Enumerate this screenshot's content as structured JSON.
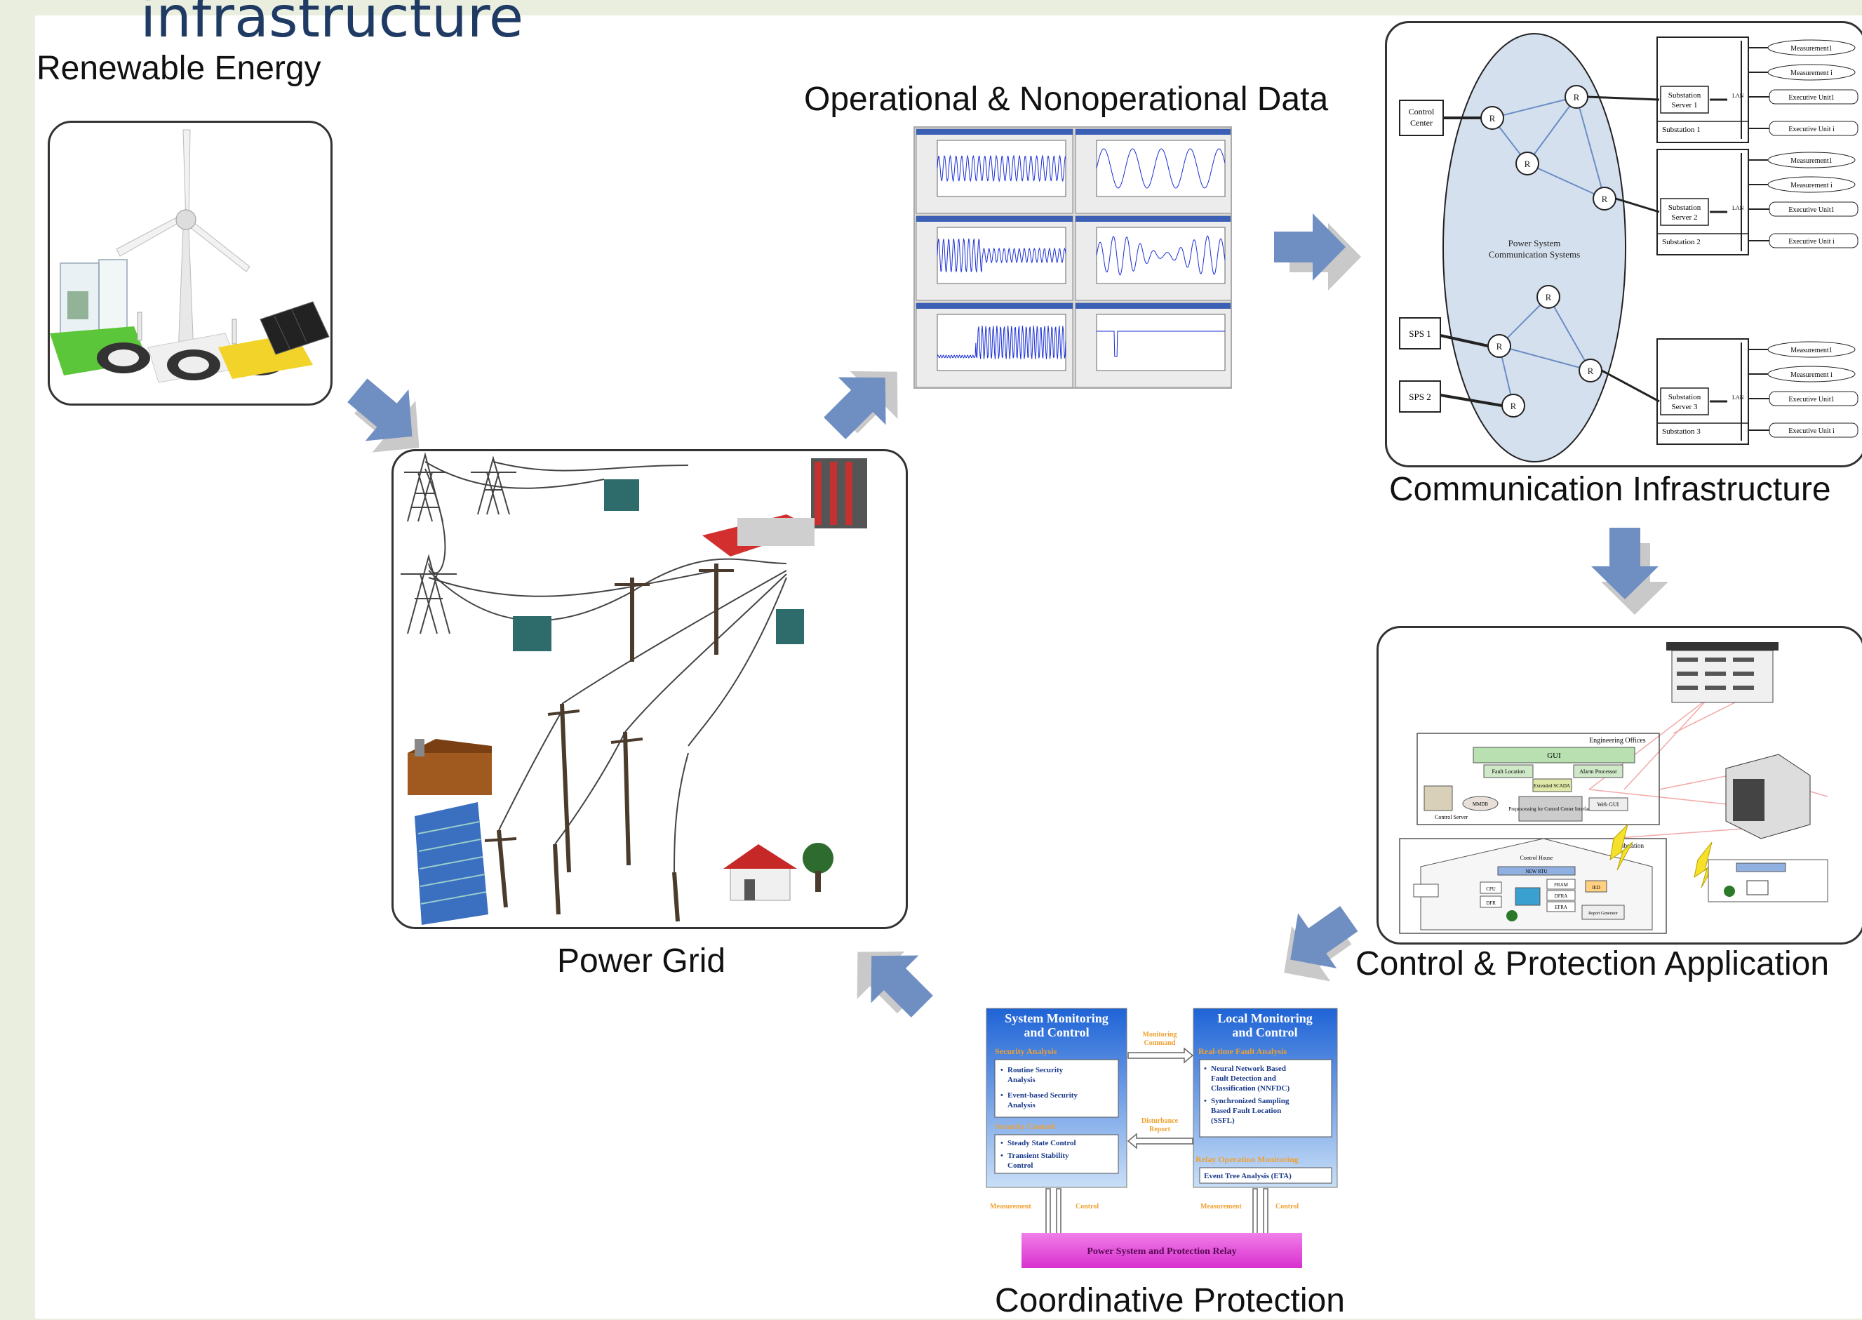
{
  "slide": {
    "cut_title": "infrastructure"
  },
  "labels": {
    "renewable": "Renewable Energy",
    "operational": "Operational & Nonoperational Data",
    "communication": "Communication Infrastructure",
    "control_protection": "Control & Protection Application",
    "power_grid": "Power Grid",
    "coordinative": "Coordinative Protection"
  },
  "comm_diagram": {
    "control_center": [
      "Control",
      "Center"
    ],
    "cloud": [
      "Power System",
      "Communication Systems"
    ],
    "sps1": "SPS 1",
    "sps2": "SPS 2",
    "router": "R",
    "lan": "LAN",
    "servers": [
      {
        "name": [
          "Substation",
          "Server 1"
        ],
        "sub": "Substation 1"
      },
      {
        "name": [
          "Substation",
          "Server 2"
        ],
        "sub": "Substation 2"
      },
      {
        "name": [
          "Substation",
          "Server 3"
        ],
        "sub": "Substation 3"
      }
    ],
    "measurement1": "Measurement1",
    "measurement_i": "Measurement i",
    "exec1": "Executive Unit1",
    "exec_i": "Executive Unit i"
  },
  "cpa_diagram": {
    "engineering_offices": "Engineering Offices",
    "gui": "GUI",
    "fault_location": "Fault Location",
    "alarm_processor": "Alarm Processor",
    "extended_scada": "Extended SCADA",
    "preprocessing": "Preprocessing for Control Center Interface",
    "web_gui": "Web GUI",
    "control_server": "Control Server",
    "mmdb": "MMDB",
    "substation": "Substation",
    "control_house": "Control House",
    "rtu": "NEW RTU",
    "ied": "IED",
    "cpu": "CPU",
    "dfr": "DFR",
    "fram": "FRAM",
    "dfra": "DFRA",
    "efra": "EFRA",
    "report_generator": "Report Generator"
  },
  "coord_diagram": {
    "left_title": [
      "System Monitoring",
      "and Control"
    ],
    "security_analysis": "Security Analysis",
    "sa_items": [
      [
        "Routine Security",
        "Analysis"
      ],
      [
        "Event-based Security",
        "Analysis"
      ]
    ],
    "security_control": "Security Control",
    "sc_items": [
      [
        "Steady State Control"
      ],
      [
        "Transient Stability",
        "Control"
      ]
    ],
    "right_title": [
      "Local Monitoring",
      "and Control"
    ],
    "realtime": "Real-time Fault Analysis",
    "rt_items": [
      [
        "Neural Network Based",
        "Fault Detection and",
        "Classification (NNFDC)"
      ],
      [
        "Synchronized Sampling",
        "Based Fault Location",
        "(SSFL)"
      ]
    ],
    "relay_monitoring": "Relay Operation Monitoring",
    "eta": "Event Tree Analysis (ETA)",
    "monitoring_command": [
      "Monitoring",
      "Command"
    ],
    "disturbance_report": [
      "Disturbance",
      "Report"
    ],
    "measurement": "Measurement",
    "control": "Control",
    "bottom": "Power System and Protection Relay"
  },
  "colors": {
    "arrow_blue": "#6f8fc2",
    "arrow_shadow": "#c9c9c9",
    "slide_bg": "#e9eedf",
    "coord_blue": "#2f78d6",
    "coord_orange": "#f0a030",
    "coord_magenta": "#e84fe0"
  }
}
